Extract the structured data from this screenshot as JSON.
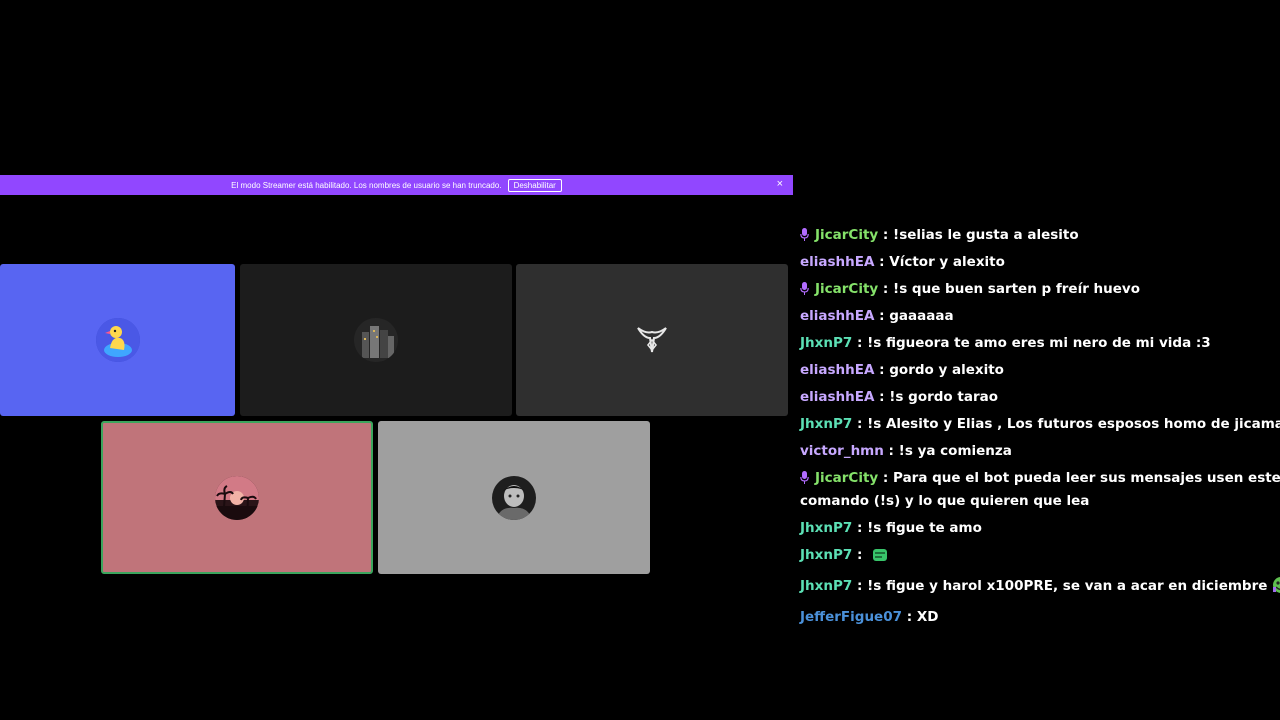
{
  "banner": {
    "text": "El modo Streamer está habilitado. Los nombres de usuario se han truncado.",
    "button_label": "Deshabilitar",
    "close_glyph": "×"
  },
  "tiles": [
    {
      "color": "#5865f2",
      "icon": "duck-avatar"
    },
    {
      "color": "#1c1c1c",
      "icon": "city-avatar"
    },
    {
      "color": "#2f2f2f",
      "icon": "emblem-avatar"
    },
    {
      "color": "#c0747a",
      "icon": "sunset-palms-avatar",
      "speaking": true
    },
    {
      "color": "#9f9f9f",
      "icon": "dark-portrait-avatar"
    }
  ],
  "colors": {
    "green": "#85e26a",
    "purple": "#c7a8ff",
    "teal": "#5ce0b5",
    "blue": "#4a90d9",
    "banner": "#9147ff",
    "speaking_border": "#3ba55d"
  },
  "chat": {
    "separator": " : ",
    "messages": [
      {
        "user": "JicarCity",
        "color": "#85e26a",
        "badge": "mic-icon",
        "text": "!selias le gusta a alesito"
      },
      {
        "user": "eliashhEA",
        "color": "#c7a8ff",
        "text": "Víctor y alexito"
      },
      {
        "user": "JicarCity",
        "color": "#85e26a",
        "badge": "mic-icon",
        "text": "!s que buen sarten p freír huevo"
      },
      {
        "user": "eliashhEA",
        "color": "#c7a8ff",
        "text": "gaaaaaa"
      },
      {
        "user": "JhxnP7",
        "color": "#5ce0b5",
        "text": "!s figueora te amo eres mi nero de mi vida :3"
      },
      {
        "user": "eliashhEA",
        "color": "#c7a8ff",
        "text": "gordo y alexito"
      },
      {
        "user": "eliashhEA",
        "color": "#c7a8ff",
        "text": "!s gordo tarao"
      },
      {
        "user": "JhxnP7",
        "color": "#5ce0b5",
        "text": "!s Alesito y Elias , Los futuros esposos homo de jicamarca"
      },
      {
        "user": "victor_hmn",
        "color": "#c7a8ff",
        "text": "!s ya comienza"
      },
      {
        "user": "JicarCity",
        "color": "#85e26a",
        "badge": "mic-icon",
        "text": "Para que el bot pueda leer sus mensajes usen este comando (!s) y lo que quieren que lea",
        "wrap": true
      },
      {
        "user": "JhxnP7",
        "color": "#5ce0b5",
        "text": "!s figue te amo"
      },
      {
        "user": "JhxnP7",
        "color": "#5ce0b5",
        "text": "",
        "emote": "green-cup-emote"
      },
      {
        "user": "JhxnP7",
        "color": "#5ce0b5",
        "text": "!s figue y harol x100PRE, se van a acar en diciembre",
        "emote": "green-face-emote"
      },
      {
        "user": "JefferFigue07",
        "color": "#4a90d9",
        "text": "XD"
      }
    ]
  }
}
